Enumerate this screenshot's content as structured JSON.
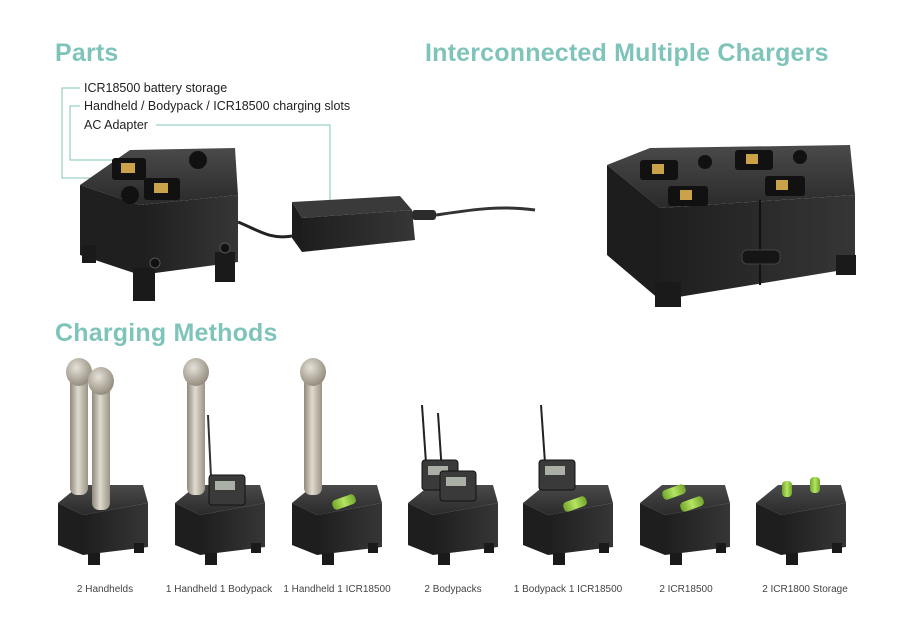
{
  "headings": {
    "parts": "Parts",
    "interconnected": "Interconnected Multiple Chargers",
    "charging_methods": "Charging Methods"
  },
  "parts_callouts": [
    "ICR18500 battery storage",
    "Handheld / Bodypack / ICR18500 charging slots",
    "AC Adapter"
  ],
  "charging_methods": [
    "2 Handhelds",
    "1 Handheld 1 Bodypack",
    "1 Handheld 1 ICR18500",
    "2 Bodypacks",
    "1 Bodypack 1 ICR18500",
    "2 ICR18500",
    "2 ICR1800 Storage"
  ],
  "colors": {
    "accent": "#7fc4ba",
    "charger": "#2b2b2b",
    "battery": "#9ed44a",
    "mic": "#c8c2b5"
  }
}
